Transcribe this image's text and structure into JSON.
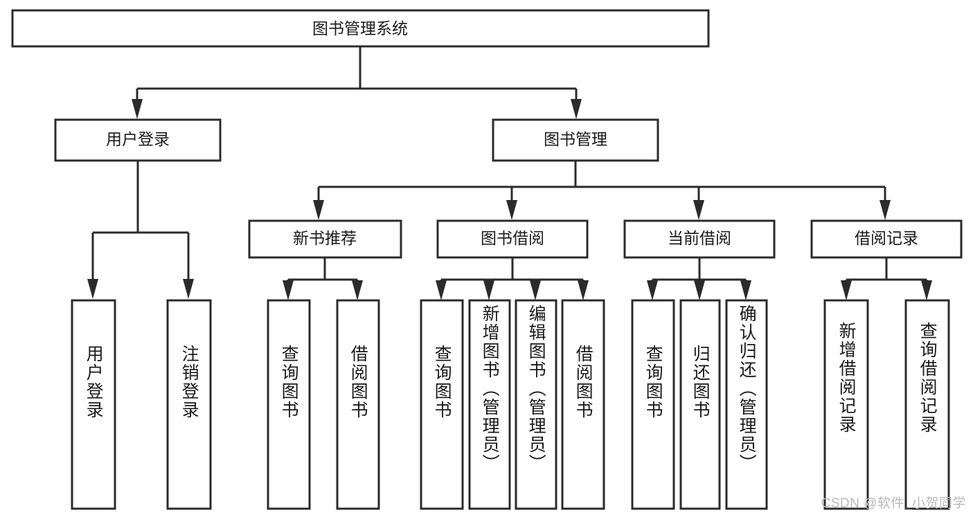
{
  "diagram": {
    "title": "图书管理系统",
    "type": "tree-hierarchy-diagram",
    "root": {
      "label": "图书管理系统"
    },
    "level2": [
      {
        "label": "用户登录"
      },
      {
        "label": "图书管理"
      }
    ],
    "level3": [
      {
        "label": "新书推荐"
      },
      {
        "label": "图书借阅"
      },
      {
        "label": "当前借阅"
      },
      {
        "label": "借阅记录"
      }
    ],
    "leaves": {
      "user_login": [
        {
          "label": "用户登录"
        },
        {
          "label": "注销登录"
        }
      ],
      "new_book_recommend": [
        {
          "label": "查询图书"
        },
        {
          "label": "借阅图书"
        }
      ],
      "book_borrow": [
        {
          "label": "查询图书"
        },
        {
          "label": "新增图书（管理员）"
        },
        {
          "label": "编辑图书（管理员）"
        },
        {
          "label": "借阅图书"
        }
      ],
      "current_borrow": [
        {
          "label": "查询图书"
        },
        {
          "label": "归还图书"
        },
        {
          "label": "确认归还（管理员）"
        }
      ],
      "borrow_record": [
        {
          "label": "新增借阅记录"
        },
        {
          "label": "查询借阅记录"
        }
      ]
    },
    "watermark": "CSDN @软件_小贺同学",
    "colors": {
      "stroke": "#2b2b2b",
      "fill": "#ffffff",
      "text": "#1a1a1a",
      "watermark": "#b9b9b9"
    }
  }
}
